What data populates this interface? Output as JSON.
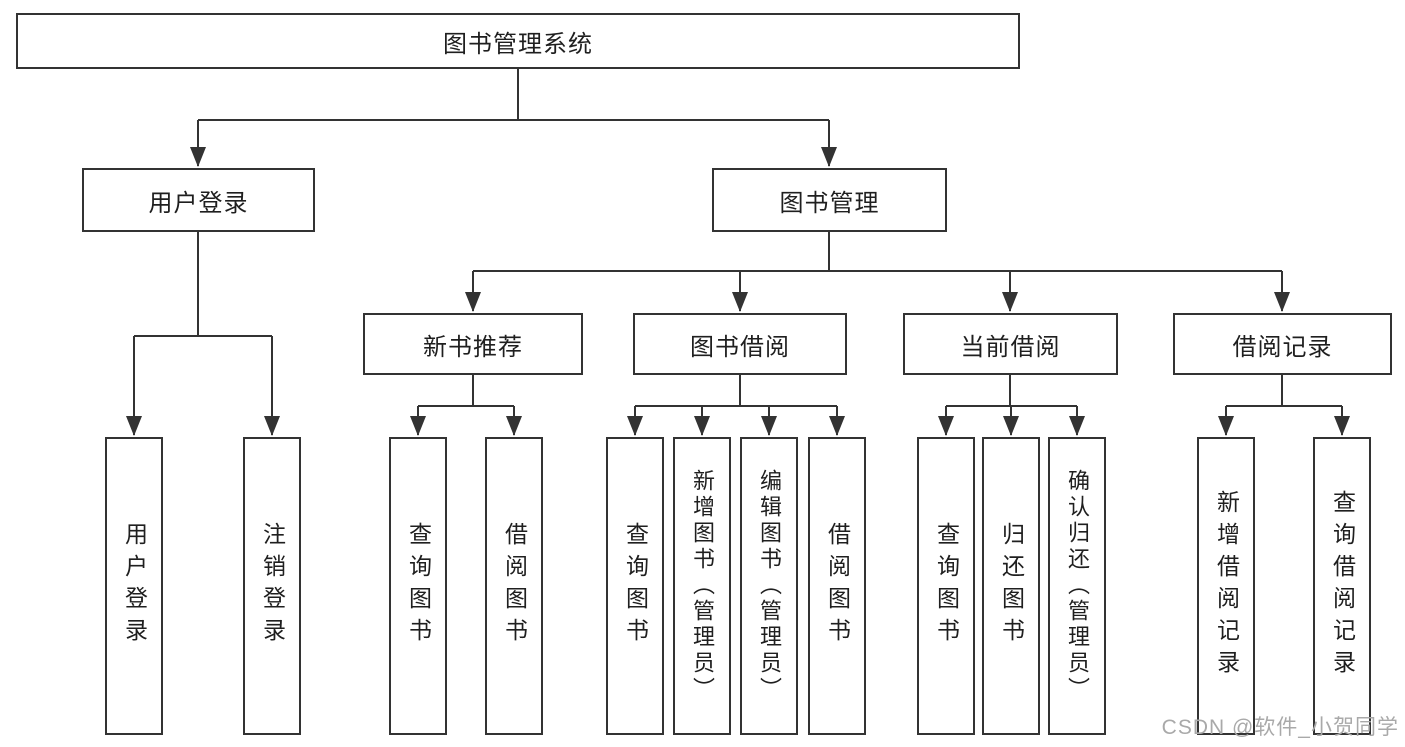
{
  "colors": {
    "line": "#333333",
    "text": "#1f1f1f",
    "background": "#ffffff",
    "watermark": "#a9a9a9"
  },
  "watermark": "CSDN @软件_小贺同学",
  "root": {
    "label": "图书管理系统"
  },
  "user_login": {
    "label": "用户登录",
    "children": [
      {
        "label": "用户登录"
      },
      {
        "label": "注销登录"
      }
    ]
  },
  "book_mgmt": {
    "label": "图书管理",
    "children": [
      {
        "label": "新书推荐",
        "children": [
          {
            "label": "查询图书"
          },
          {
            "label": "借阅图书"
          }
        ]
      },
      {
        "label": "图书借阅",
        "children": [
          {
            "label": "查询图书"
          },
          {
            "label": "新增图书（管理员）"
          },
          {
            "label": "编辑图书（管理员）"
          },
          {
            "label": "借阅图书"
          }
        ]
      },
      {
        "label": "当前借阅",
        "children": [
          {
            "label": "查询图书"
          },
          {
            "label": "归还图书"
          },
          {
            "label": "确认归还（管理员）"
          }
        ]
      },
      {
        "label": "借阅记录",
        "children": [
          {
            "label": "新增借阅记录"
          },
          {
            "label": "查询借阅记录"
          }
        ]
      }
    ]
  }
}
